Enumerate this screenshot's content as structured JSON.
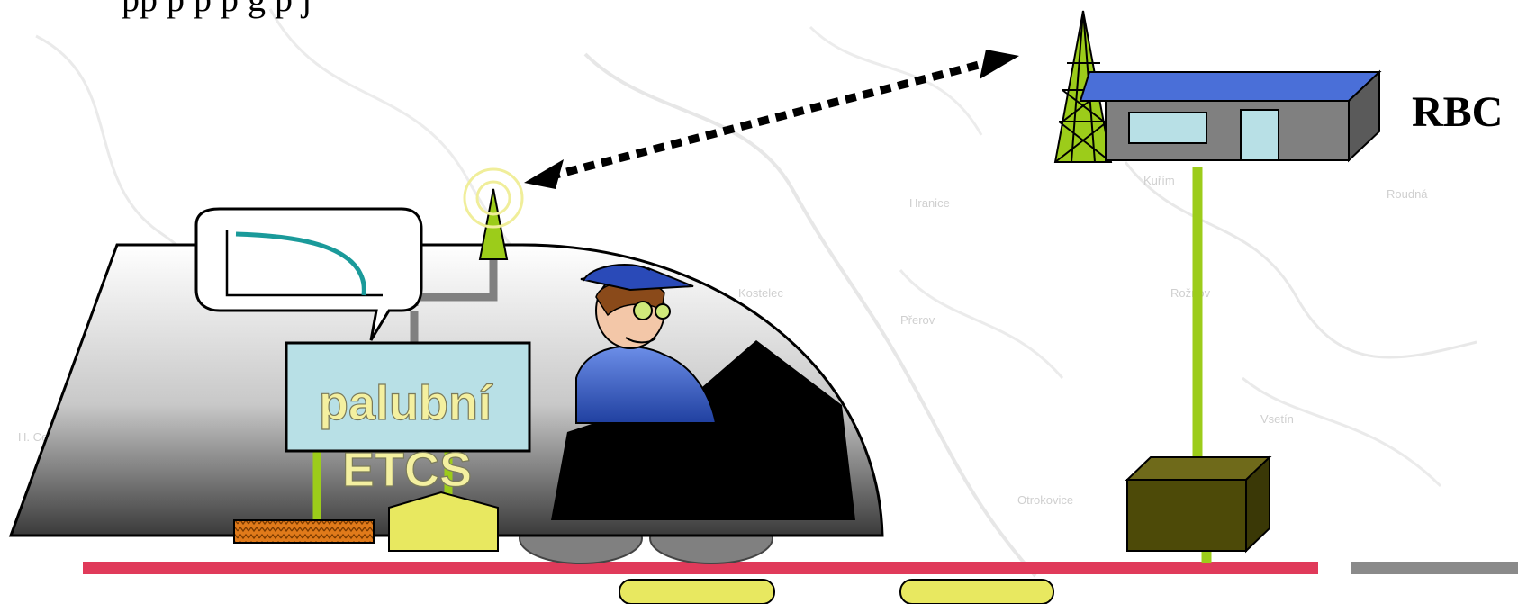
{
  "diagram": {
    "rbc_label": "RBC",
    "onboard_line1": "palubní",
    "onboard_line2": "ETCS"
  },
  "colors": {
    "rail": "#e03a5a",
    "pole": "#9ccc1a",
    "station_roof": "#4a6fd8",
    "station_wall": "#808080",
    "window": "#b8e0e6",
    "box": "#4d4a08",
    "balise": "#e8e860",
    "etcs_box": "#b8e0e6",
    "curve": "#1a9a9a"
  },
  "icons": [
    "radio-antenna-icon",
    "radio-tower-icon",
    "driver-icon",
    "speed-curve-icon"
  ]
}
